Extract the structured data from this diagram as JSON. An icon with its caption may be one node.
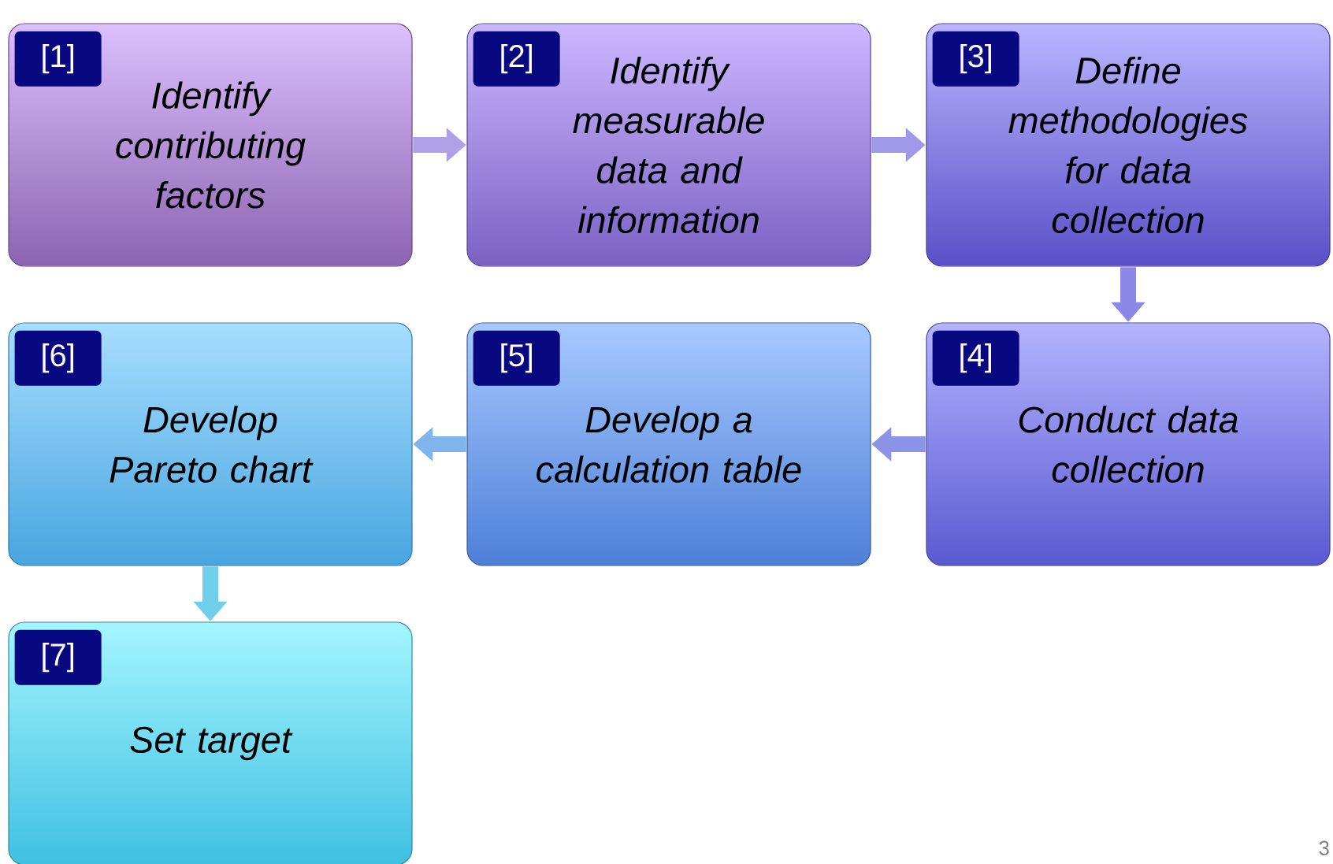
{
  "diagram": {
    "nodes": [
      {
        "text": [
          "[1]",
          "Identify contributing factors"
        ]
      },
      {
        "text": [
          "[2]",
          "Identify measurable data and information"
        ]
      },
      {
        "text": [
          "[3]",
          "Define methodologies for data collection"
        ]
      },
      {
        "text": [
          "[4]",
          "Conduct data collection"
        ]
      },
      {
        "text": [
          "[5]",
          "Develop a calculation table"
        ]
      },
      {
        "text": [
          "[6]",
          "Develop Pareto chart"
        ]
      },
      {
        "text": [
          "[7]",
          "Set target"
        ]
      }
    ],
    "edges": [
      {
        "from": 0,
        "to": 1,
        "arrow": "to",
        "color": "#b0a0e8"
      },
      {
        "from": 1,
        "to": 2,
        "arrow": "to",
        "color": "#a098e8"
      },
      {
        "from": 2,
        "to": 3,
        "arrow": "to",
        "color": "#8c88e8"
      },
      {
        "from": 3,
        "to": 4,
        "arrow": "to",
        "color": "#8c94e8"
      },
      {
        "from": 4,
        "to": 5,
        "arrow": "to",
        "color": "#80b4ec"
      },
      {
        "from": 5,
        "to": 6,
        "arrow": "to",
        "color": "#70d0ec"
      }
    ],
    "labels": [
      "3"
    ]
  }
}
